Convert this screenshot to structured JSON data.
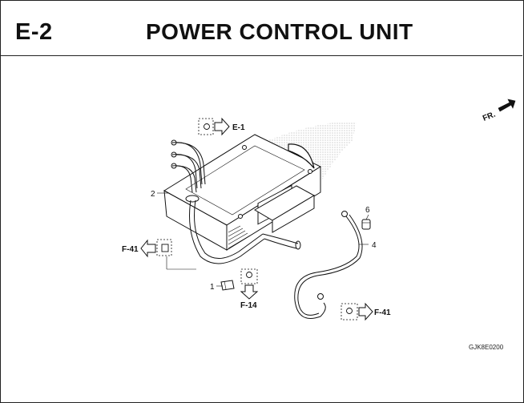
{
  "header": {
    "section_code": "E-2",
    "title": "POWER CONTROL UNIT"
  },
  "direction_marker": "FR.",
  "callouts": {
    "part_1": "1",
    "part_2": "2",
    "part_4": "4",
    "part_6": "6"
  },
  "references": {
    "top": "E-1",
    "left": "F-41",
    "bottom": "F-14",
    "right": "F-41"
  },
  "drawing_code": "GJK8E0200"
}
